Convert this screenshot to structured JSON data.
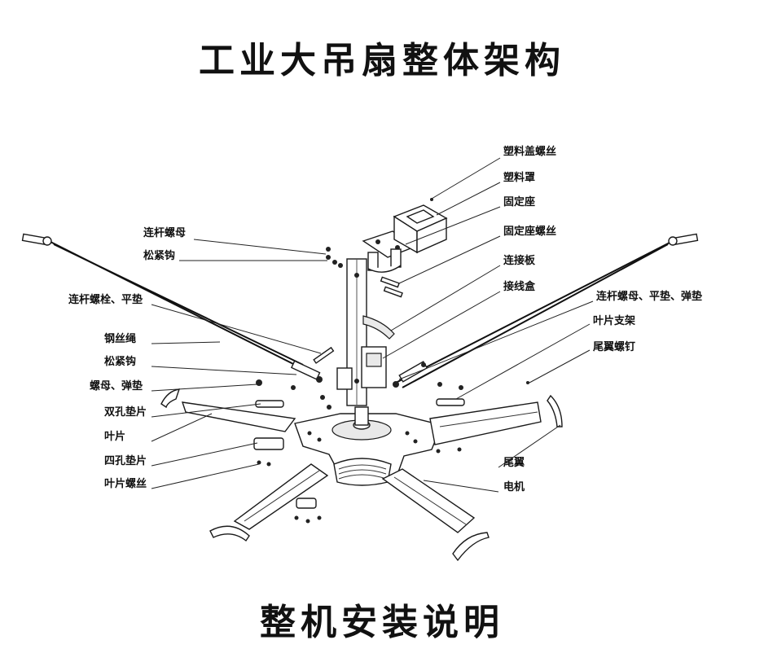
{
  "title": "工业大吊扇整体架构",
  "footer": "整机安装说明",
  "labels_right": [
    "塑料盖螺丝",
    "塑料罩",
    "固定座",
    "固定座螺丝",
    "连接板",
    "接线盒",
    "连杆螺母、平垫、弹垫",
    "叶片支架",
    "尾翼螺钉",
    "尾翼",
    "电机"
  ],
  "labels_left": [
    "连杆螺母",
    "松紧钩",
    "连杆螺栓、平垫",
    "钢丝绳",
    "松紧钩",
    "螺母、弹垫",
    "双孔垫片",
    "叶片",
    "四孔垫片",
    "叶片螺丝"
  ]
}
